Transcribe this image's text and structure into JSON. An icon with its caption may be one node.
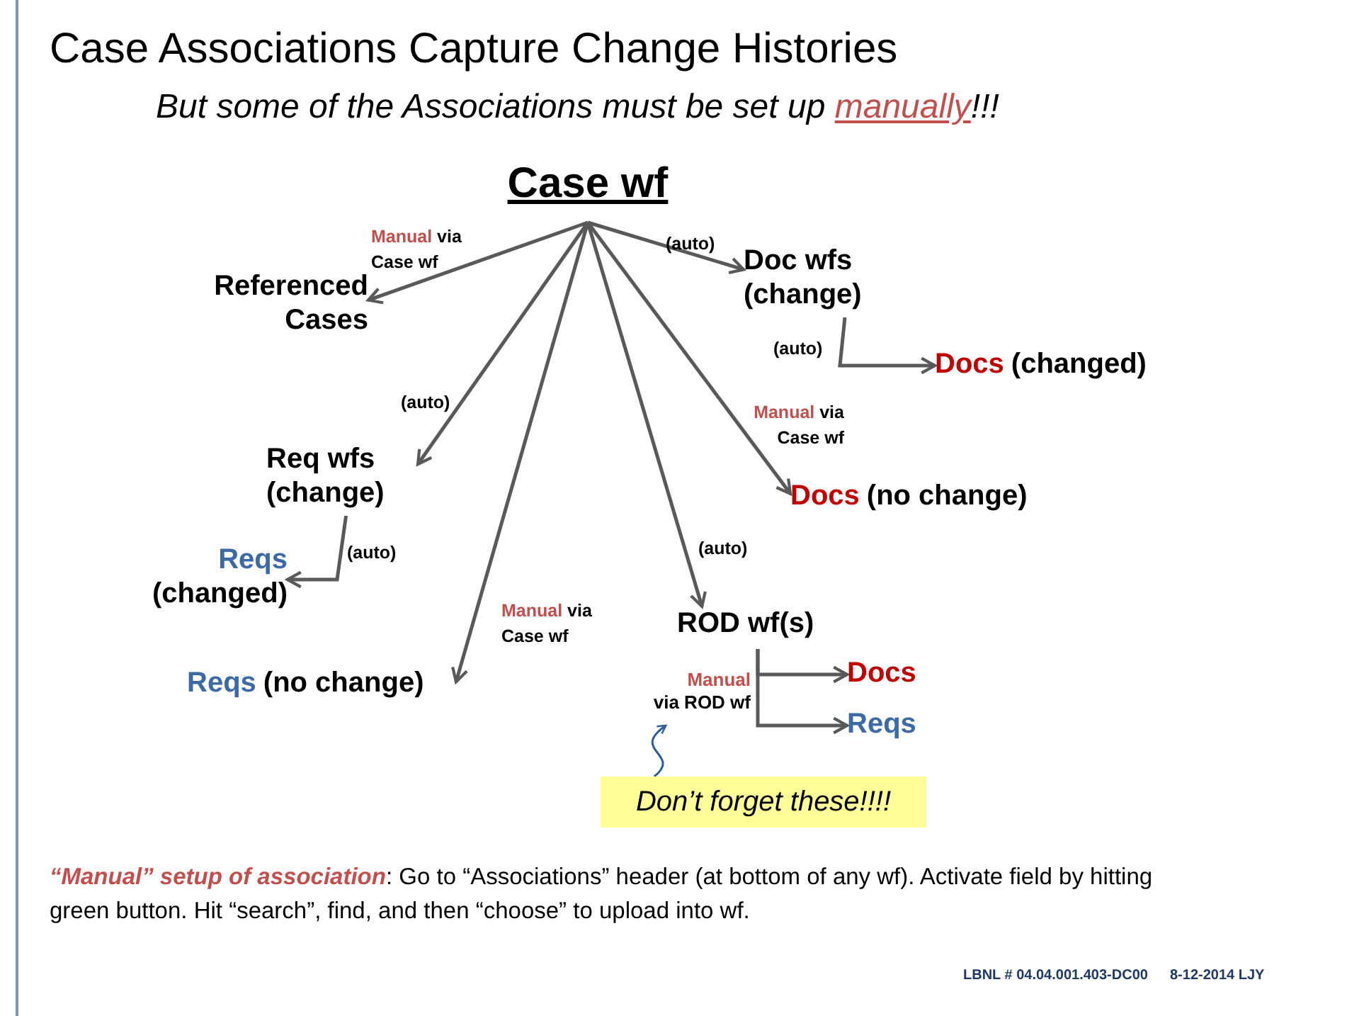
{
  "diagram": {
    "title": "Case Associations Capture Change Histories",
    "nodes": [
      {
        "text": [
          "Case wf"
        ]
      },
      {
        "text": [
          "Referenced Cases"
        ]
      },
      {
        "text": [
          "Doc wfs (change)"
        ]
      },
      {
        "text": [
          "Docs",
          "(changed)"
        ]
      },
      {
        "text": [
          "Req wfs (change)"
        ]
      },
      {
        "text": [
          "Docs",
          "(no change)"
        ]
      },
      {
        "text": [
          "Reqs",
          "(changed)"
        ]
      },
      {
        "text": [
          "ROD wf(s)"
        ]
      },
      {
        "text": [
          "Reqs",
          "(no change)"
        ]
      },
      {
        "text": [
          "Docs"
        ]
      },
      {
        "text": [
          "Reqs"
        ]
      },
      {
        "text": [
          "Don’t forget these!!!!"
        ]
      },
      {
        "text": [
          "Manual",
          "via ROD wf"
        ]
      }
    ],
    "edges": [
      {
        "from": 0,
        "to": 1,
        "arrow": "to",
        "label": "Manual via Case wf"
      },
      {
        "from": 0,
        "to": 2,
        "arrow": "to",
        "label": "(auto)"
      },
      {
        "from": 2,
        "to": 3,
        "arrow": "to",
        "label": "(auto)"
      },
      {
        "from": 0,
        "to": 4,
        "arrow": "to",
        "label": "(auto)"
      },
      {
        "from": 0,
        "to": 5,
        "arrow": "to",
        "label": "Manual via Case wf"
      },
      {
        "from": 4,
        "to": 6,
        "arrow": "to",
        "label": "(auto)"
      },
      {
        "from": 0,
        "to": 8,
        "arrow": "to",
        "label": "Manual via Case wf"
      },
      {
        "from": 0,
        "to": 7,
        "arrow": "to",
        "label": "(auto)"
      },
      {
        "from": 7,
        "to": 9,
        "arrow": "to"
      },
      {
        "from": 7,
        "to": 10,
        "arrow": "to"
      },
      {
        "from": 11,
        "to": 12,
        "arrow": "to",
        "color": "#2e5c9a"
      }
    ],
    "labels": [
      "But some of the Associations must be set up *manually*!!!",
      "**“Manual” setup of association**:  Go to “Associations” header (at bottom of any wf).  Activate field by hitting green button. Hit “search”, find, and then “choose” to upload into wf.",
      "LBNL # 04.04.001.403-DC00",
      "8-12-2014  LJY"
    ]
  }
}
